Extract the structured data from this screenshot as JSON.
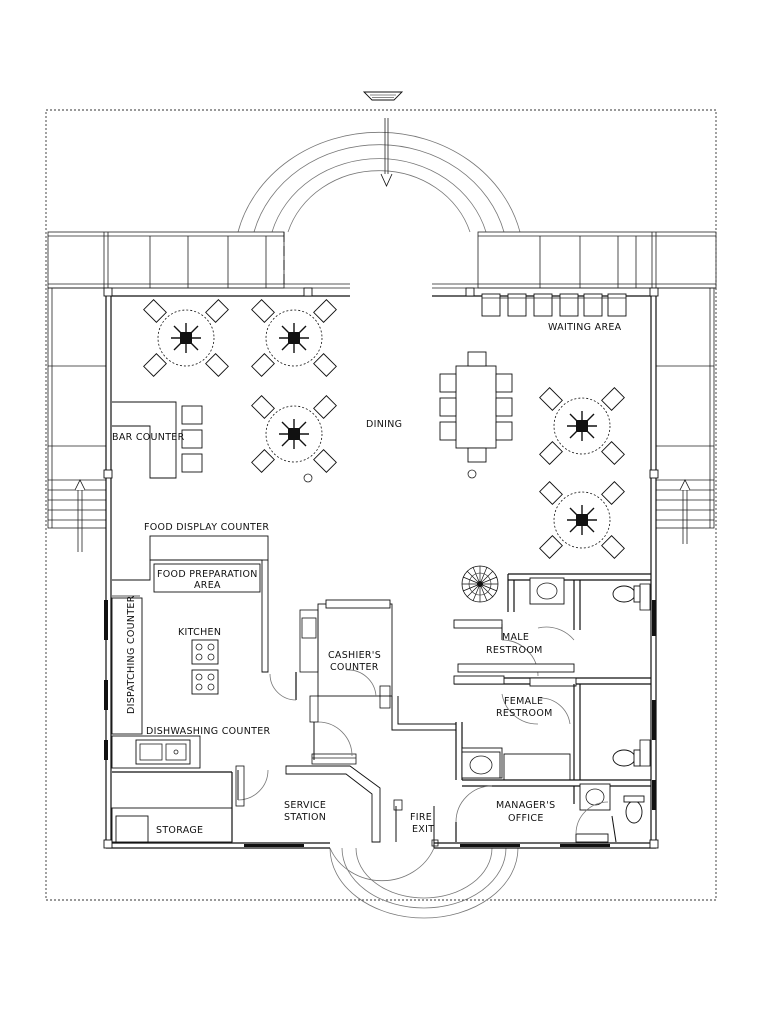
{
  "labels": {
    "waiting_area": "WAITING AREA",
    "dining": "DINING",
    "bar_counter": "BAR COUNTER",
    "food_display_counter": "FOOD DISPLAY COUNTER",
    "food_preparation_line1": "FOOD PREPARATION",
    "food_preparation_line2": "AREA",
    "kitchen": "KITCHEN",
    "dispatching_counter": "DISPATCHING COUNTER",
    "dishwashing_counter": "DISHWASHING COUNTER",
    "storage": "STORAGE",
    "service_station_line1": "SERVICE",
    "service_station_line2": "STATION",
    "cashiers_counter_line1": "CASHIER'S",
    "cashiers_counter_line2": "COUNTER",
    "male_restroom_line1": "MALE",
    "male_restroom_line2": "RESTROOM",
    "female_restroom_line1": "FEMALE",
    "female_restroom_line2": "RESTROOM",
    "managers_office_line1": "MANAGER'S",
    "managers_office_line2": "OFFICE",
    "fire_exit_line1": "FIRE",
    "fire_exit_line2": "EXIT"
  },
  "icons": [
    "entrance-arrow-icon",
    "round-table-icon",
    "chair-icon",
    "sink-icon",
    "toilet-icon",
    "stove-icon",
    "plant-icon"
  ]
}
